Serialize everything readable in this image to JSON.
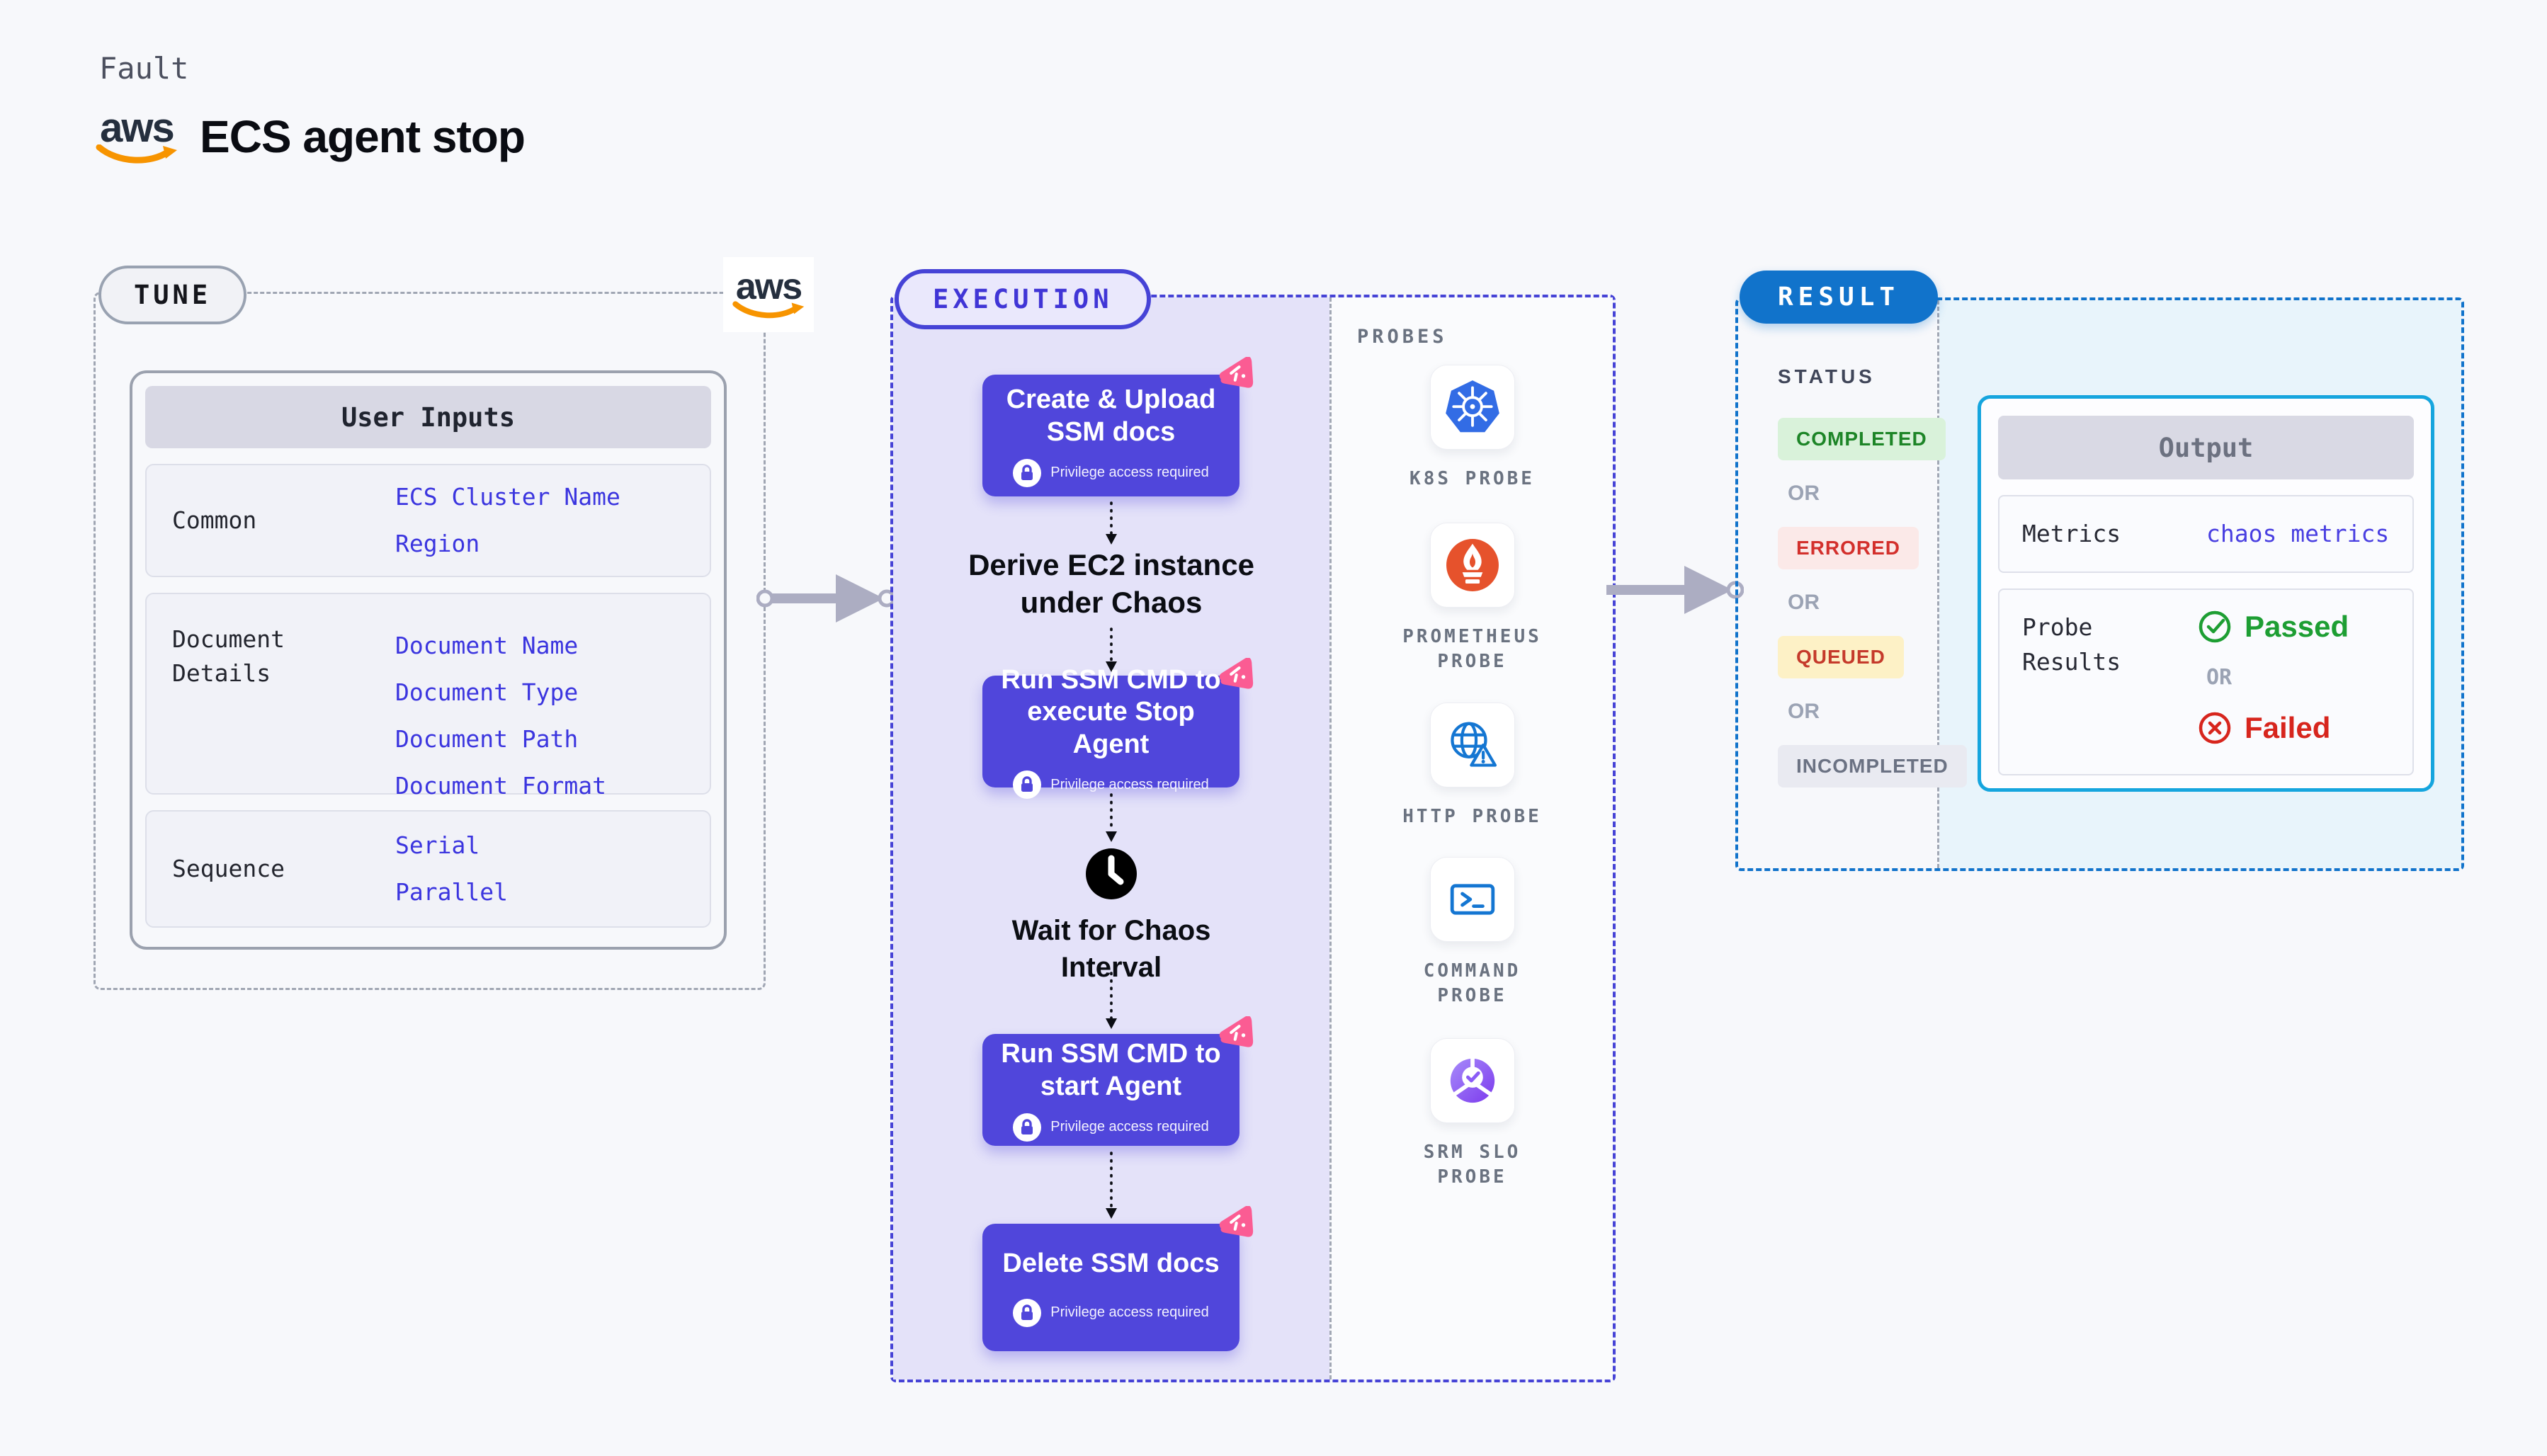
{
  "page": {
    "fault_label": "Fault",
    "title": "ECS agent stop",
    "aws_wordmark": "aws"
  },
  "tune": {
    "pill_label": "TUNE",
    "user_inputs": {
      "header": "User Inputs",
      "groups": [
        {
          "label": "Common",
          "links": [
            "ECS Cluster Name",
            "Region"
          ]
        },
        {
          "label": "Document Details",
          "links": [
            "Document Name",
            "Document Type",
            "Document Path",
            "Document Format"
          ]
        },
        {
          "label": "Sequence",
          "links": [
            "Serial",
            "Parallel"
          ]
        }
      ]
    }
  },
  "execution": {
    "pill_label": "EXECUTION",
    "probes_label": "PROBES",
    "steps": {
      "step1": {
        "title": "Create & Upload SSM docs",
        "badge": "Privilege access required"
      },
      "step2": {
        "title": "Derive EC2 instance under Chaos"
      },
      "step3": {
        "title": "Run SSM CMD to execute Stop Agent",
        "badge": "Privilege access required"
      },
      "step4": {
        "title": "Wait for Chaos Interval"
      },
      "step5": {
        "title": "Run SSM CMD to start Agent",
        "badge": "Privilege access required"
      },
      "step6": {
        "title": "Delete SSM docs",
        "badge": "Privilege access required"
      }
    },
    "probes": [
      {
        "name": "K8S PROBE",
        "icon": "kubernetes-icon"
      },
      {
        "name": "PROMETHEUS PROBE",
        "icon": "prometheus-icon"
      },
      {
        "name": "HTTP PROBE",
        "icon": "http-globe-icon"
      },
      {
        "name": "COMMAND PROBE",
        "icon": "terminal-icon"
      },
      {
        "name": "SRM SLO PROBE",
        "icon": "srm-slo-icon"
      }
    ]
  },
  "result": {
    "pill_label": "RESULT",
    "status_label": "STATUS",
    "or_label": "OR",
    "statuses": [
      {
        "label": "COMPLETED",
        "color": "#1D8527",
        "bg": "#D9F2DA"
      },
      {
        "label": "ERRORED",
        "color": "#D3302C",
        "bg": "#FBE9E8"
      },
      {
        "label": "QUEUED",
        "color": "#C53A2B",
        "bg": "#FDF1C6"
      },
      {
        "label": "INCOMPLETED",
        "color": "#6B7283",
        "bg": "#E9EAF1"
      }
    ],
    "output": {
      "header": "Output",
      "metrics_label": "Metrics",
      "metrics_link": "chaos metrics",
      "probe_results_label": "Probe Results",
      "passed_label": "Passed",
      "or_label": "OR",
      "failed_label": "Failed"
    }
  },
  "colors": {
    "page_bg": "#F7F8FB",
    "action_box": "#5046DB",
    "execution_border": "#4643D6",
    "execution_fill": "#E4E2F9",
    "result_border": "#1173CB",
    "output_border": "#15A5DE",
    "output_fill": "#E8F4FB",
    "link_indigo": "#3B35DF",
    "fault_badge_pink": "#FB5C93",
    "aws_orange": "#F79400",
    "arrow_gray": "#ACADC2",
    "passed_green": "#1D9E33",
    "failed_red": "#D7251D"
  }
}
